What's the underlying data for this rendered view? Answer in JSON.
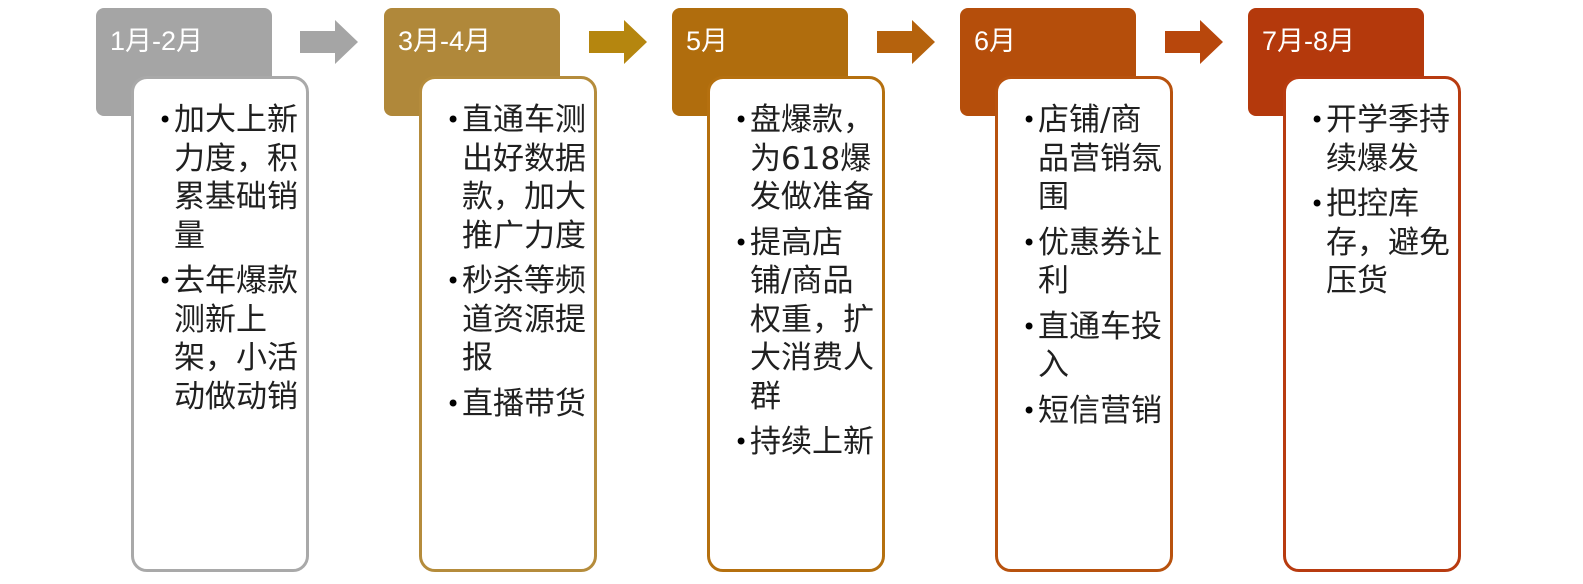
{
  "stages": [
    {
      "title": "1月-2月",
      "color": "#a5a5a5",
      "border": "#a9a9a9",
      "items": [
        "加大上新力度，积累基础销量",
        "去年爆款测新上架，小活动做动销"
      ]
    },
    {
      "title": "3月-4月",
      "color": "#b0883a",
      "border": "#b58c3c",
      "items": [
        "直通车测出好数据款，加大推广力度",
        "秒杀等频道资源提报",
        "直播带货"
      ]
    },
    {
      "title": "5月",
      "color": "#b06d0d",
      "border": "#b5700f",
      "items": [
        "盘爆款，为618爆发做准备",
        "提高店铺/商品权重，扩大消费人群",
        "持续上新"
      ]
    },
    {
      "title": "6月",
      "color": "#b54e0b",
      "border": "#b8520e",
      "items": [
        "店铺/商品营销氛围",
        "优惠券让利",
        "直通车投入",
        "短信营销"
      ]
    },
    {
      "title": "7月-8月",
      "color": "#b4390c",
      "border": "#b83b10",
      "items": [
        "开学季持续爆发",
        "把控库存，避免压货"
      ]
    }
  ],
  "arrows": [
    {
      "color": "#a5a5a5"
    },
    {
      "color": "#b5860f"
    },
    {
      "color": "#b5620d"
    },
    {
      "color": "#b8470c"
    }
  ]
}
